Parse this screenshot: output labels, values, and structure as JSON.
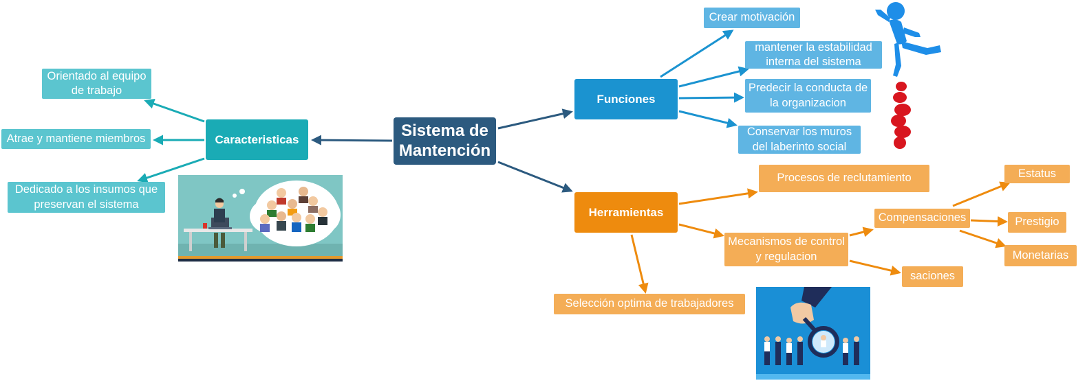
{
  "central": "Sistema de Mantención",
  "caracteristicas": {
    "label": "Caracteristicas",
    "items": [
      "Orientado al equipo de trabajo",
      "Atrae y mantiene miembros",
      "Dedicado a los insumos que preservan el sistema"
    ]
  },
  "funciones": {
    "label": "Funciones",
    "items": [
      "Crear motivación",
      "mantener la estabilidad interna del sistema",
      "Predecir la conducta de la organizacion",
      "Conservar los muros del laberinto social"
    ]
  },
  "herramientas": {
    "label": "Herramientas",
    "reclutamiento": "Procesos de reclutamiento",
    "mecanismos": "Mecanismos de control y regulacion",
    "seleccion": "Selección optima de trabajadores",
    "compensaciones": "Compensaciones",
    "saciones": "saciones",
    "estatus": "Estatus",
    "prestigio": "Prestigio",
    "monetarias": "Monetarias"
  },
  "colors": {
    "central": "#2c5a7f",
    "teal": "#1aabb5",
    "blue": "#1b93d0",
    "orange": "#ee8b0e"
  },
  "images": [
    "office-team-illustration",
    "blue-figure-climbing-red-figures",
    "magnifier-selecting-candidate-illustration"
  ]
}
